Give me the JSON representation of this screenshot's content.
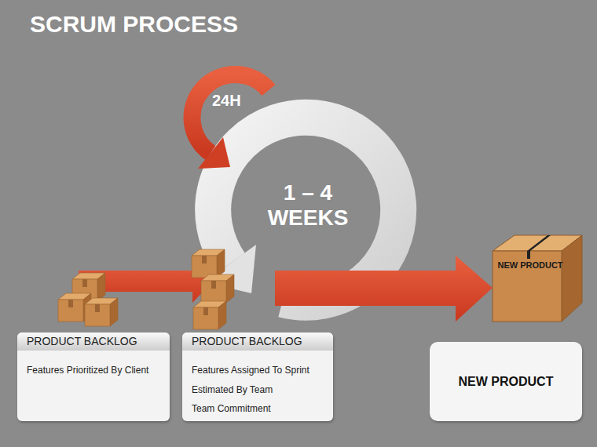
{
  "diagram": {
    "title": "SCRUM PROCESS",
    "nodes": [
      {
        "text": [
          "PRODUCT BACKLOG",
          "Features Prioritized By Client"
        ]
      },
      {
        "text": [
          "PRODUCT BACKLOG",
          "Features Assigned To Sprint",
          "Estimated By Team",
          "Team Commitment"
        ]
      },
      {
        "text": [
          "NEW PRODUCT"
        ]
      },
      {
        "text": [
          "NEW PRODUCT"
        ]
      }
    ],
    "labels": [
      "24H",
      "1 – 4 WEEKS"
    ]
  }
}
